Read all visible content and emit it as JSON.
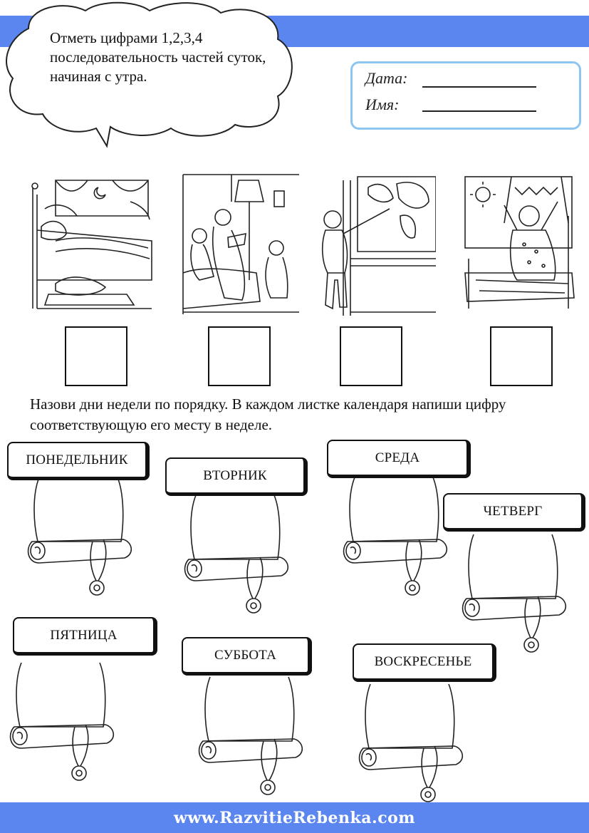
{
  "task1": {
    "text": "Отметь цифрами 1,2,3,4 последовательность частей суток, начиная с утра.",
    "images": [
      "night-sleep-picture",
      "evening-family-picture",
      "day-map-picture",
      "morning-waking-picture"
    ]
  },
  "form": {
    "date_label": "Дата:",
    "name_label": "Имя:"
  },
  "task2": {
    "text": "Назови дни недели по порядку. В каждом листке календаря напиши цифру соответствующую его месту в неделе.",
    "days": [
      "ПОНЕДЕЛЬНИК",
      "ВТОРНИК",
      "СРЕДА",
      "ЧЕТВЕРГ",
      "ПЯТНИЦА",
      "СУББОТА",
      "ВОСКРЕСЕНЬЕ"
    ]
  },
  "footer": {
    "url": "www.RazvitieRebenka.com"
  },
  "colors": {
    "band": "#5b86f0",
    "date_border": "#8ec6f2"
  }
}
